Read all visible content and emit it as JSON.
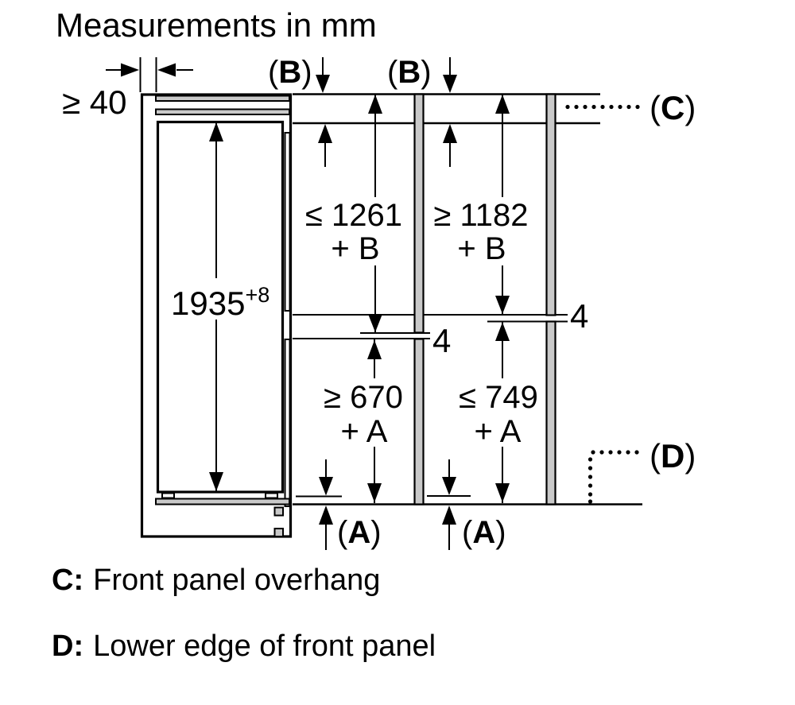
{
  "title": "Measurements in mm",
  "colors": {
    "ink": "#000000",
    "panel_fill": "#c9c9c9",
    "background": "#ffffff"
  },
  "symbols": {
    "open": "(",
    "close": ")"
  },
  "callouts": {
    "a": "A",
    "b": "B",
    "c": "C",
    "d": "D"
  },
  "dimensions": {
    "wall_clearance": "≥ 40",
    "niche_height": "1935",
    "niche_height_tolerance": "+8",
    "upper_left_line1": "≤ 1261",
    "upper_left_line2": "+ B",
    "upper_right_line1": "≥ 1182",
    "upper_right_line2": "+ B",
    "lower_left_line1": "≥ 670",
    "lower_left_line2": "+ A",
    "lower_right_line1": "≤ 749",
    "lower_right_line2": "+ A",
    "joint_gap_left": "4",
    "joint_gap_right": "4"
  },
  "legend": {
    "c_key": "C:",
    "c_text": "Front panel overhang",
    "d_key": "D:",
    "d_text": "Lower edge of front panel"
  }
}
